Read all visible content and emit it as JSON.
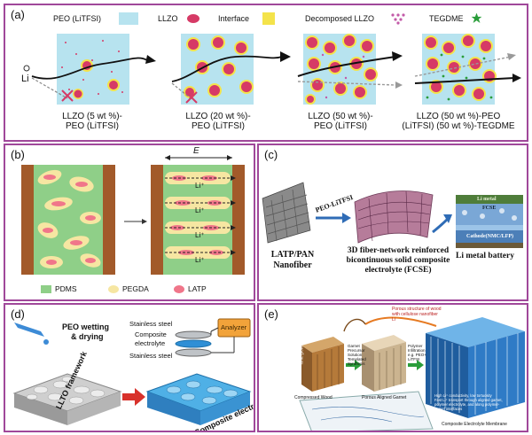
{
  "panel_a": {
    "label": "(a)",
    "legend": {
      "peo": "PEO (LiTFSI)",
      "llzo": "LLZO",
      "interface": "Interface",
      "decomposed": "Decomposed LLZO",
      "tegdme": "TEGDME"
    },
    "li": "Li",
    "captions": [
      [
        "LLZO (5 wt %)-",
        "PEO (LiTFSI)"
      ],
      [
        "LLZO (20 wt %)-",
        "PEO (LiTFSI)"
      ],
      [
        "LLZO (50 wt %)-",
        "PEO (LiTFSI)"
      ],
      [
        "LLZO (50 wt %)-PEO",
        "(LiTFSI) (50 wt %)-TEGDME"
      ]
    ],
    "colors": {
      "peo": "#b7e3ef",
      "llzo": "#d63a66",
      "interface": "#f4e34a",
      "decomposed": "#c35aa8",
      "tegdme": "#2a9d3a"
    }
  },
  "panel_b": {
    "label": "(b)",
    "e_label": "E",
    "li": "Li⁺",
    "legend": [
      "PDMS",
      "PEGDA",
      "LATP"
    ],
    "colors": {
      "pdms": "#8fcf88",
      "pegda": "#f6e6a2",
      "latp": "#f0768a",
      "wood": "#a25a2a"
    }
  },
  "panel_c": {
    "label": "(c)",
    "fiber_label": [
      "LATP/PAN",
      "Nanofiber"
    ],
    "arrow_label": "PEO-LiTFSI",
    "fcse_label": [
      "3D fiber-network reinforced",
      "bicontinuous solid composite",
      "electrolyte (FCSE)"
    ],
    "battery_label": "Li metal battery",
    "battery_layers": [
      "Li metal",
      "FCSE",
      "Cathode(NMC/LFP)"
    ]
  },
  "panel_d": {
    "label": "(d)",
    "wetting": [
      "PEO wetting",
      "& drying"
    ],
    "stack": [
      "Stainless steel",
      "Composite",
      "electrolyte",
      "Stainless steel"
    ],
    "analyzer": "Analyzer",
    "framework": "LLTO framework",
    "composite": "Composite electrolyte"
  },
  "panel_e": {
    "label": "(e)",
    "wood_note": [
      "Porous structure of wood",
      "with cellulose nanofiber",
      "Li"
    ],
    "compressed_wood": "Compressed Wood",
    "porous_garnet": "Porous Aligned Garnet",
    "membrane": "Composite Electrolyte Membrane",
    "step1": [
      "Garnet",
      "Precursor",
      "Solution",
      "Templated",
      "Synthesis"
    ],
    "step2": [
      "Polymer",
      "Infiltration",
      "e.g. PEO+",
      "LiTFSI"
    ],
    "ion_growth": "Ionic growth direction",
    "bullets": [
      "High Li⁺ conductivity, low tortuosity",
      "Fast Li⁺ transport through aligned garnet,",
      "polymer electrolyte, and along polymer-",
      "garnet interfaces"
    ]
  }
}
